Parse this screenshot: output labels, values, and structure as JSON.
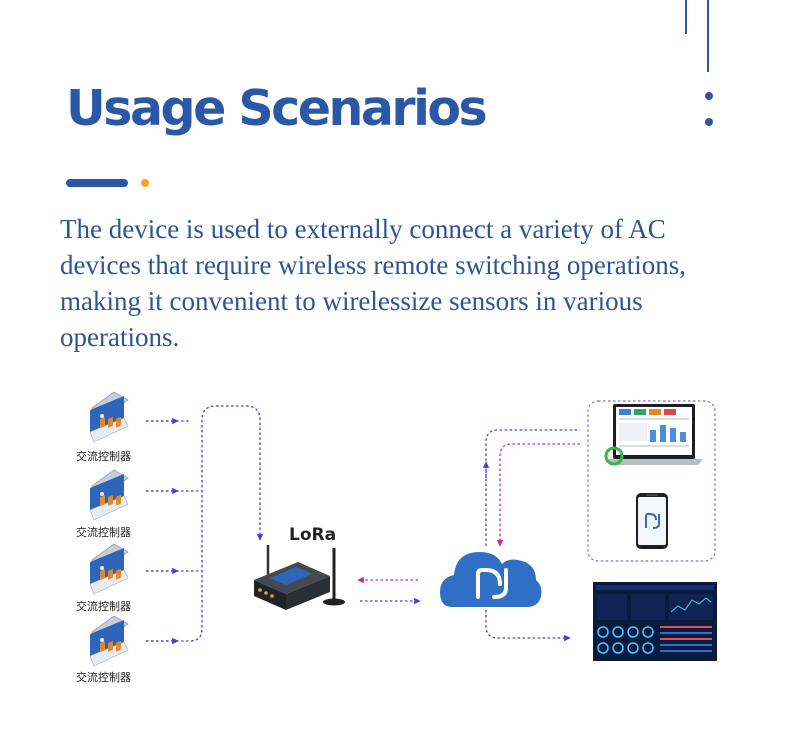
{
  "page": {
    "title": "Usage Scenarios",
    "description": "The device is used to externally connect a variety of AC devices that require wireless remote switching operations, making it convenient to wirelessize sensors in various operations."
  },
  "diagram": {
    "controllers": [
      {
        "label": "交流控制器"
      },
      {
        "label": "交流控制器"
      },
      {
        "label": "交流控制器"
      },
      {
        "label": "交流控制器"
      }
    ],
    "gateway": {
      "label": "LoRa"
    },
    "colors": {
      "primary": "#2a58a6",
      "accent": "#f5a623",
      "uplink_arrow": "#4a3fd0",
      "downlink_arrow": "#d2248d"
    },
    "icons": [
      "ac-controller-icon",
      "lora-gateway-icon",
      "cloud-icon",
      "laptop-icon",
      "smartphone-icon",
      "dashboard-screen-icon"
    ]
  }
}
